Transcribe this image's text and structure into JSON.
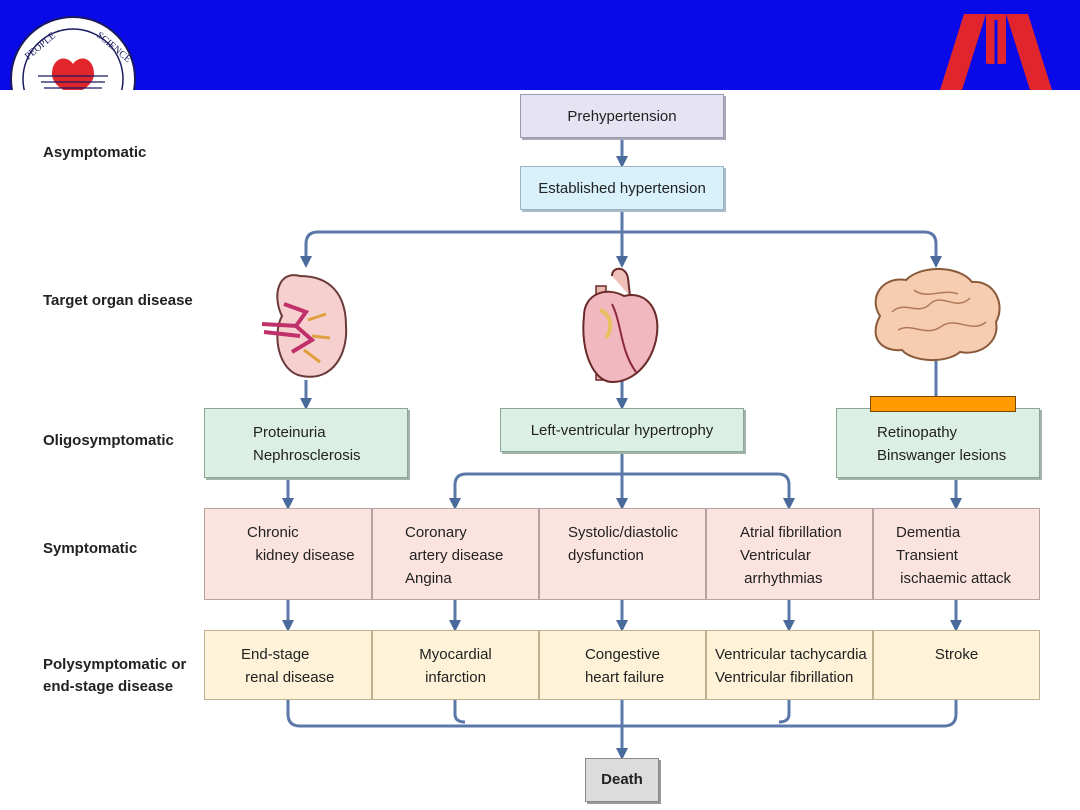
{
  "levels": {
    "asymptomatic": "Asymptomatic",
    "target": "Target organ disease",
    "oligo": "Oligosymptomatic",
    "symptomatic": "Symptomatic",
    "poly_1": "Polysymptomatic or",
    "poly_2": "end-stage disease"
  },
  "top": {
    "prehypertension": "Prehypertension",
    "established": "Established hypertension"
  },
  "organs": {
    "left": "kidney-icon",
    "center": "heart-icon",
    "right": "brain-icon"
  },
  "oligo_boxes": {
    "kidney_1": "Proteinuria",
    "kidney_2": "Nephrosclerosis",
    "heart": "Left-ventricular hypertrophy",
    "brain_1": "Retinopathy",
    "brain_2": "Binswanger lesions"
  },
  "symptomatic_boxes": [
    [
      "Chronic",
      "  kidney disease"
    ],
    [
      "Coronary",
      " artery disease",
      "Angina"
    ],
    [
      "Systolic/diastolic",
      "dysfunction"
    ],
    [
      "Atrial fibrillation",
      "Ventricular",
      " arrhythmias"
    ],
    [
      "Dementia",
      "Transient",
      " ischaemic attack"
    ]
  ],
  "end_boxes": [
    [
      "End-stage",
      " renal disease"
    ],
    [
      "Myocardial",
      "infarction"
    ],
    [
      "Congestive",
      " heart failure"
    ],
    [
      "Ventricular tachycardia",
      "Ventricular fibrillation"
    ],
    [
      "Stroke"
    ]
  ],
  "death": "Death",
  "colors": {
    "header": "#0a0ae8",
    "arrow": "#4a6a9c",
    "prehypertension_box": "#e6e4f2",
    "established_box": "#d8f1fb",
    "oligo_box": "#dcefe4",
    "symptomatic_box": "#fbe3df",
    "end_stage_box": "#fef3d8",
    "highlight_bar": "#ff9a00",
    "logo_red": "#e0262c"
  }
}
